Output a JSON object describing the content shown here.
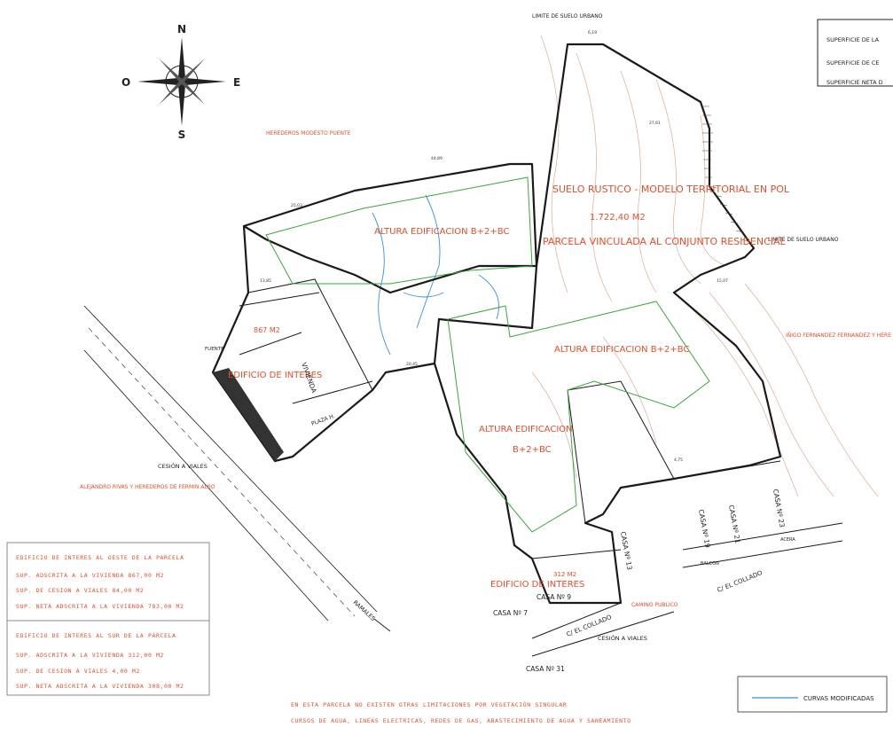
{
  "compass": {
    "n": "N",
    "s": "S",
    "e": "E",
    "w": "O"
  },
  "top_right_box": {
    "lines": [
      "SUPERFICIE DE LA",
      "SUPERFICIE  DE CE",
      "SUPERFICIE  NETA D"
    ]
  },
  "limits": {
    "top": "LIMITE DE SUELO URBANO",
    "right": "LIMITE DE SUELO URBANO"
  },
  "owners": {
    "north": "HEREDEROS MODESTO PUENTE",
    "east": "IÑIGO FERNANDEZ FERNANDEZ Y HERE",
    "southwest": "ALEJANDRO RIVAS Y HEREDEROS DE FERMIN ALBO"
  },
  "zones": {
    "rustic_title": "SUELO RUSTICO - MODELO TERRITORIAL EN POL",
    "rustic_area": "1.722,40 M2",
    "rustic_linked": "PARCELA VINCULADA AL CONJUNTO RESIDENCIAL",
    "height_north": "ALTURA EDIFICACION B+2+BC",
    "height_east": "ALTURA EDIFICACION B+2+BC",
    "height_central_1": "ALTURA EDIFICACION",
    "height_central_2": "B+2+BC",
    "interest_west": "EDIFICIO DE INTERES",
    "interest_south": "EDIFICIO DE INTERES",
    "area_west": "867 M2",
    "area_south": "312 M2",
    "vivienda": "VIVIENDA",
    "plaza": "PLAZA H.",
    "fuente": "FUENTE",
    "cesion_w": "CESIÓN A VIALES",
    "cesion_s": "CESIÓN A VIALES",
    "ramales": "RAMALES",
    "camino": "CAMINO PUBLICO",
    "collado_1": "C/ EL COLLADO",
    "collado_2": "C/ EL COLLADO",
    "balcon": "BALCON",
    "acera": "ACERA"
  },
  "houses": [
    {
      "label": "CASA Nº 7"
    },
    {
      "label": "CASA Nº 9"
    },
    {
      "label": "CASA Nº 13"
    },
    {
      "label": "CASA Nº 19"
    },
    {
      "label": "CASA Nº 21"
    },
    {
      "label": "CASA Nº 23"
    },
    {
      "label": "CASA Nº 31"
    }
  ],
  "legend_box": {
    "rows": [
      "EDIFICIO DE INTERES AL OESTE DE LA PARCELA",
      "SUP. ADSCRITA A LA VIVIENDA  867,00 M2",
      "SUP. DE CESION A VIALES  84,00 M2",
      "SUP. NETA ADSCRITA A LA VIVIENDA  783,00 M2",
      "EDIFICIO DE INTERES AL SUR DE LA PARCELA",
      "SUP. ADSCRITA A LA VIVIENDA  312,00 M2",
      "SUP. DE CESION A VIALES  4,00 M2",
      "SUP. NETA ADSCRITA A LA VIVIENDA  308,00 M2"
    ]
  },
  "notes": [
    "EN ESTA PARCELA NO EXISTEN OTRAS LIMITACIONES POR VEGETACIÓN SINGULAR",
    "CURSOS DE AGUA, LINEAS ELECTRICAS, REDES DE GAS, ABASTECIMIENTO DE AGUA Y SANEAMIENTO"
  ],
  "curves_legend": {
    "label": "CURVAS  MODIFICADAS",
    "color": "#3b8fd6"
  },
  "colors": {
    "annotation": "#e0502c",
    "boundary": "#1a1a1a",
    "green_line": "#3aa63a",
    "contour": "#c98a6a"
  }
}
